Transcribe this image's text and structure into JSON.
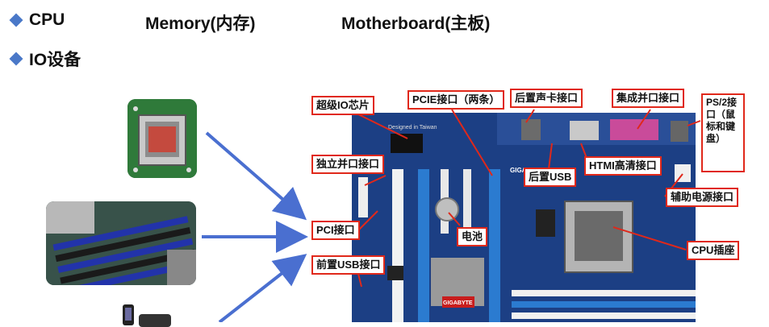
{
  "bullets": {
    "b1": {
      "text": "CPU"
    },
    "b2": {
      "text": "IO设备"
    }
  },
  "headers": {
    "memory": "Memory(内存)",
    "motherboard": "Motherboard(主板)"
  },
  "board_labels": {
    "super_io": "超级IO芯片",
    "pcie": "PCIE接口（两条）",
    "rear_audio": "后置声卡接口",
    "parallel": "集成并口接口",
    "ps2": "PS/2接口（鼠标和键盘）",
    "independent_parallel": "独立并口接口",
    "rear_usb": "后置USB",
    "htmi": "HTMI高清接口",
    "aux_power": "辅助电源接口",
    "pci": "PCI接口",
    "battery": "电池",
    "cpu_socket": "CPU插座",
    "front_usb": "前置USB接口"
  },
  "board_print": {
    "brand": "GIGABYTE",
    "chipset_brand": "GIGABYTE",
    "designed": "Designed in Taiwan"
  },
  "colors": {
    "label_border": "#e0281a",
    "arrow": "#4a6fd0",
    "board": "#1c3f84",
    "bullet": "#4a78c8"
  },
  "photos": {
    "cpu": "cpu-photo",
    "memory": "memory-photo",
    "io": "io-device-photo"
  }
}
